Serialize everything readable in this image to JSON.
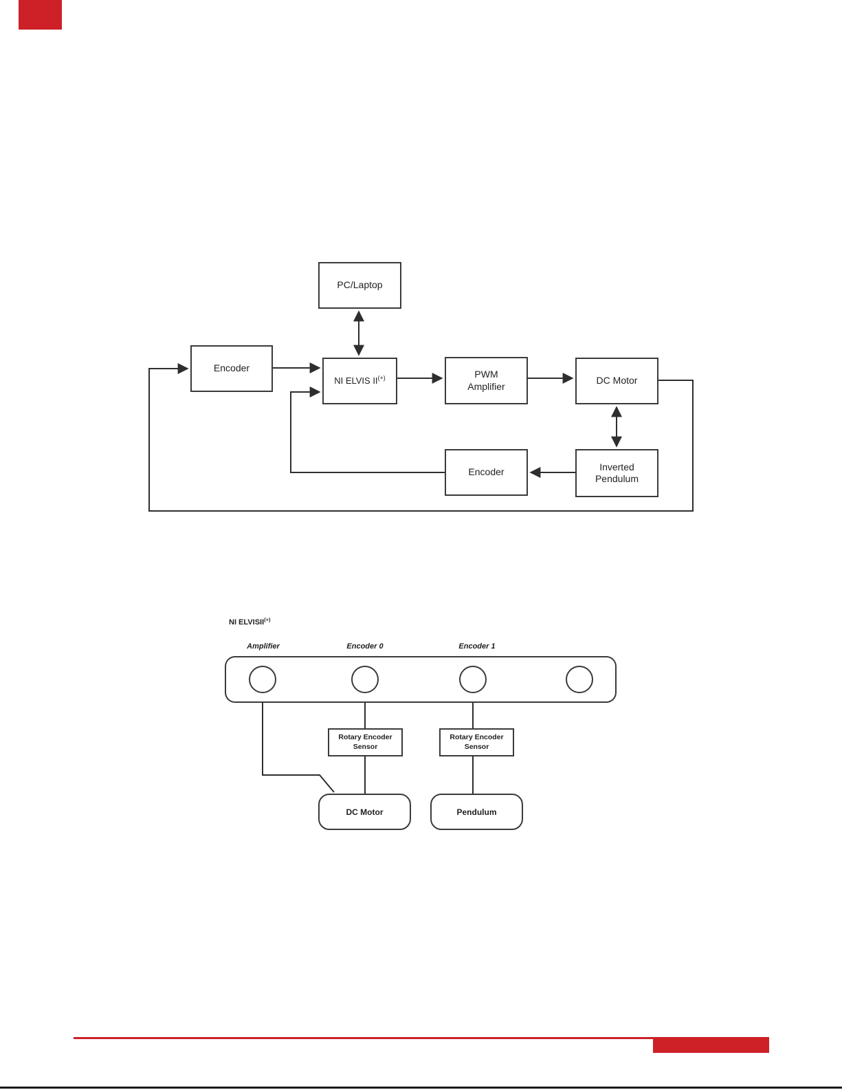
{
  "colors": {
    "accent_red": "#CD2027",
    "line_color": "#2E2E2E",
    "text_color": "#1F1F1F",
    "background": "#FFFFFF"
  },
  "figure1": {
    "pc_laptop": "PC/Laptop",
    "encoder_top": "Encoder",
    "elvis_label": "NI ELVIS II",
    "elvis_sup": "(+)",
    "pwm_amplifier": "PWM\nAmplifier",
    "dc_motor": "DC Motor",
    "encoder_bottom": "Encoder",
    "inverted_pendulum": "Inverted\nPendulum"
  },
  "figure2": {
    "title": "NI ELVISII",
    "title_sup": "(+)",
    "port_labels": [
      "Amplifier",
      "Encoder 0",
      "Encoder 1"
    ],
    "sensor_left": "Rotary Encoder\nSensor",
    "sensor_right": "Rotary Encoder\nSensor",
    "dc_motor": "DC Motor",
    "pendulum": "Pendulum"
  }
}
